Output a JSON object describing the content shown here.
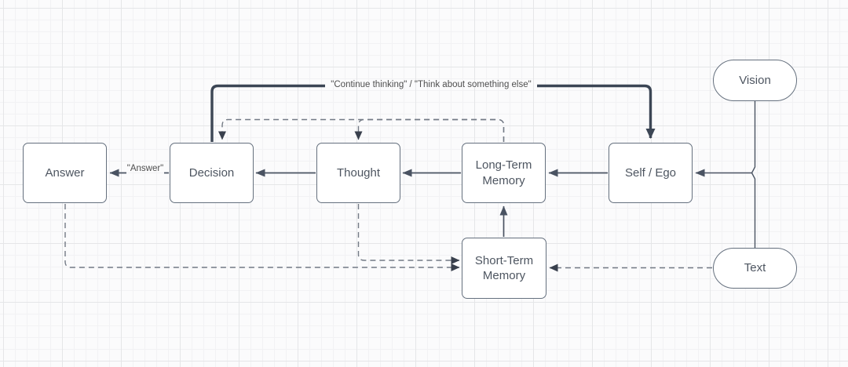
{
  "title": "Agent cognition flow diagram",
  "theme": {
    "canvas": "#fbfbfc",
    "grid_minor": "#f2f2f4",
    "grid_major": "#e5e6e8",
    "node_fill": "#ffffff",
    "node_border": "#65707e",
    "node_text": "#4d5560",
    "edge_solid": "#4a5362",
    "edge_thick": "#3c4655",
    "edge_dashed": "#737a85",
    "edge_dark": "#39404d",
    "label_text": "#4f4f4f"
  },
  "nodes": {
    "answer": {
      "label": "Answer",
      "shape": "rectangle"
    },
    "decision": {
      "label": "Decision",
      "shape": "rectangle"
    },
    "thought": {
      "label": "Thought",
      "shape": "rectangle"
    },
    "ltm": {
      "label": "Long-Term Memory",
      "shape": "rectangle"
    },
    "selfego": {
      "label": "Self / Ego",
      "shape": "rectangle"
    },
    "stm": {
      "label": "Short-Term Memory",
      "shape": "rectangle"
    },
    "vision": {
      "label": "Vision",
      "shape": "pill"
    },
    "text": {
      "label": "Text",
      "shape": "pill"
    }
  },
  "edge_labels": {
    "continue_thinking": "\"Continue thinking\" / \"Think about something else\"",
    "answer": "\"Answer\""
  },
  "edges": [
    {
      "from": "Decision",
      "to": "Self / Ego",
      "style": "thick-solid",
      "label": "\"Continue thinking\" / \"Think about something else\""
    },
    {
      "from": "Self / Ego",
      "to": "Long-Term Memory",
      "style": "solid"
    },
    {
      "from": "Long-Term Memory",
      "to": "Thought",
      "style": "solid"
    },
    {
      "from": "Thought",
      "to": "Decision",
      "style": "solid"
    },
    {
      "from": "Decision",
      "to": "Answer",
      "style": "solid",
      "label": "\"Answer\""
    },
    {
      "from": "Short-Term Memory",
      "to": "Long-Term Memory",
      "style": "solid"
    },
    {
      "from": "Vision",
      "to": "Text",
      "style": "solid-line-no-arrow"
    },
    {
      "from": "Vision / Text junction",
      "to": "Self / Ego",
      "style": "solid"
    },
    {
      "from": "Long-Term Memory",
      "to": "Decision",
      "style": "dashed"
    },
    {
      "from": "Long-Term Memory",
      "to": "Thought",
      "style": "dashed"
    },
    {
      "from": "Answer",
      "to": "Short-Term Memory",
      "style": "dashed"
    },
    {
      "from": "Thought",
      "to": "Short-Term Memory",
      "style": "dashed"
    },
    {
      "from": "Text",
      "to": "Short-Term Memory",
      "style": "dashed"
    }
  ]
}
